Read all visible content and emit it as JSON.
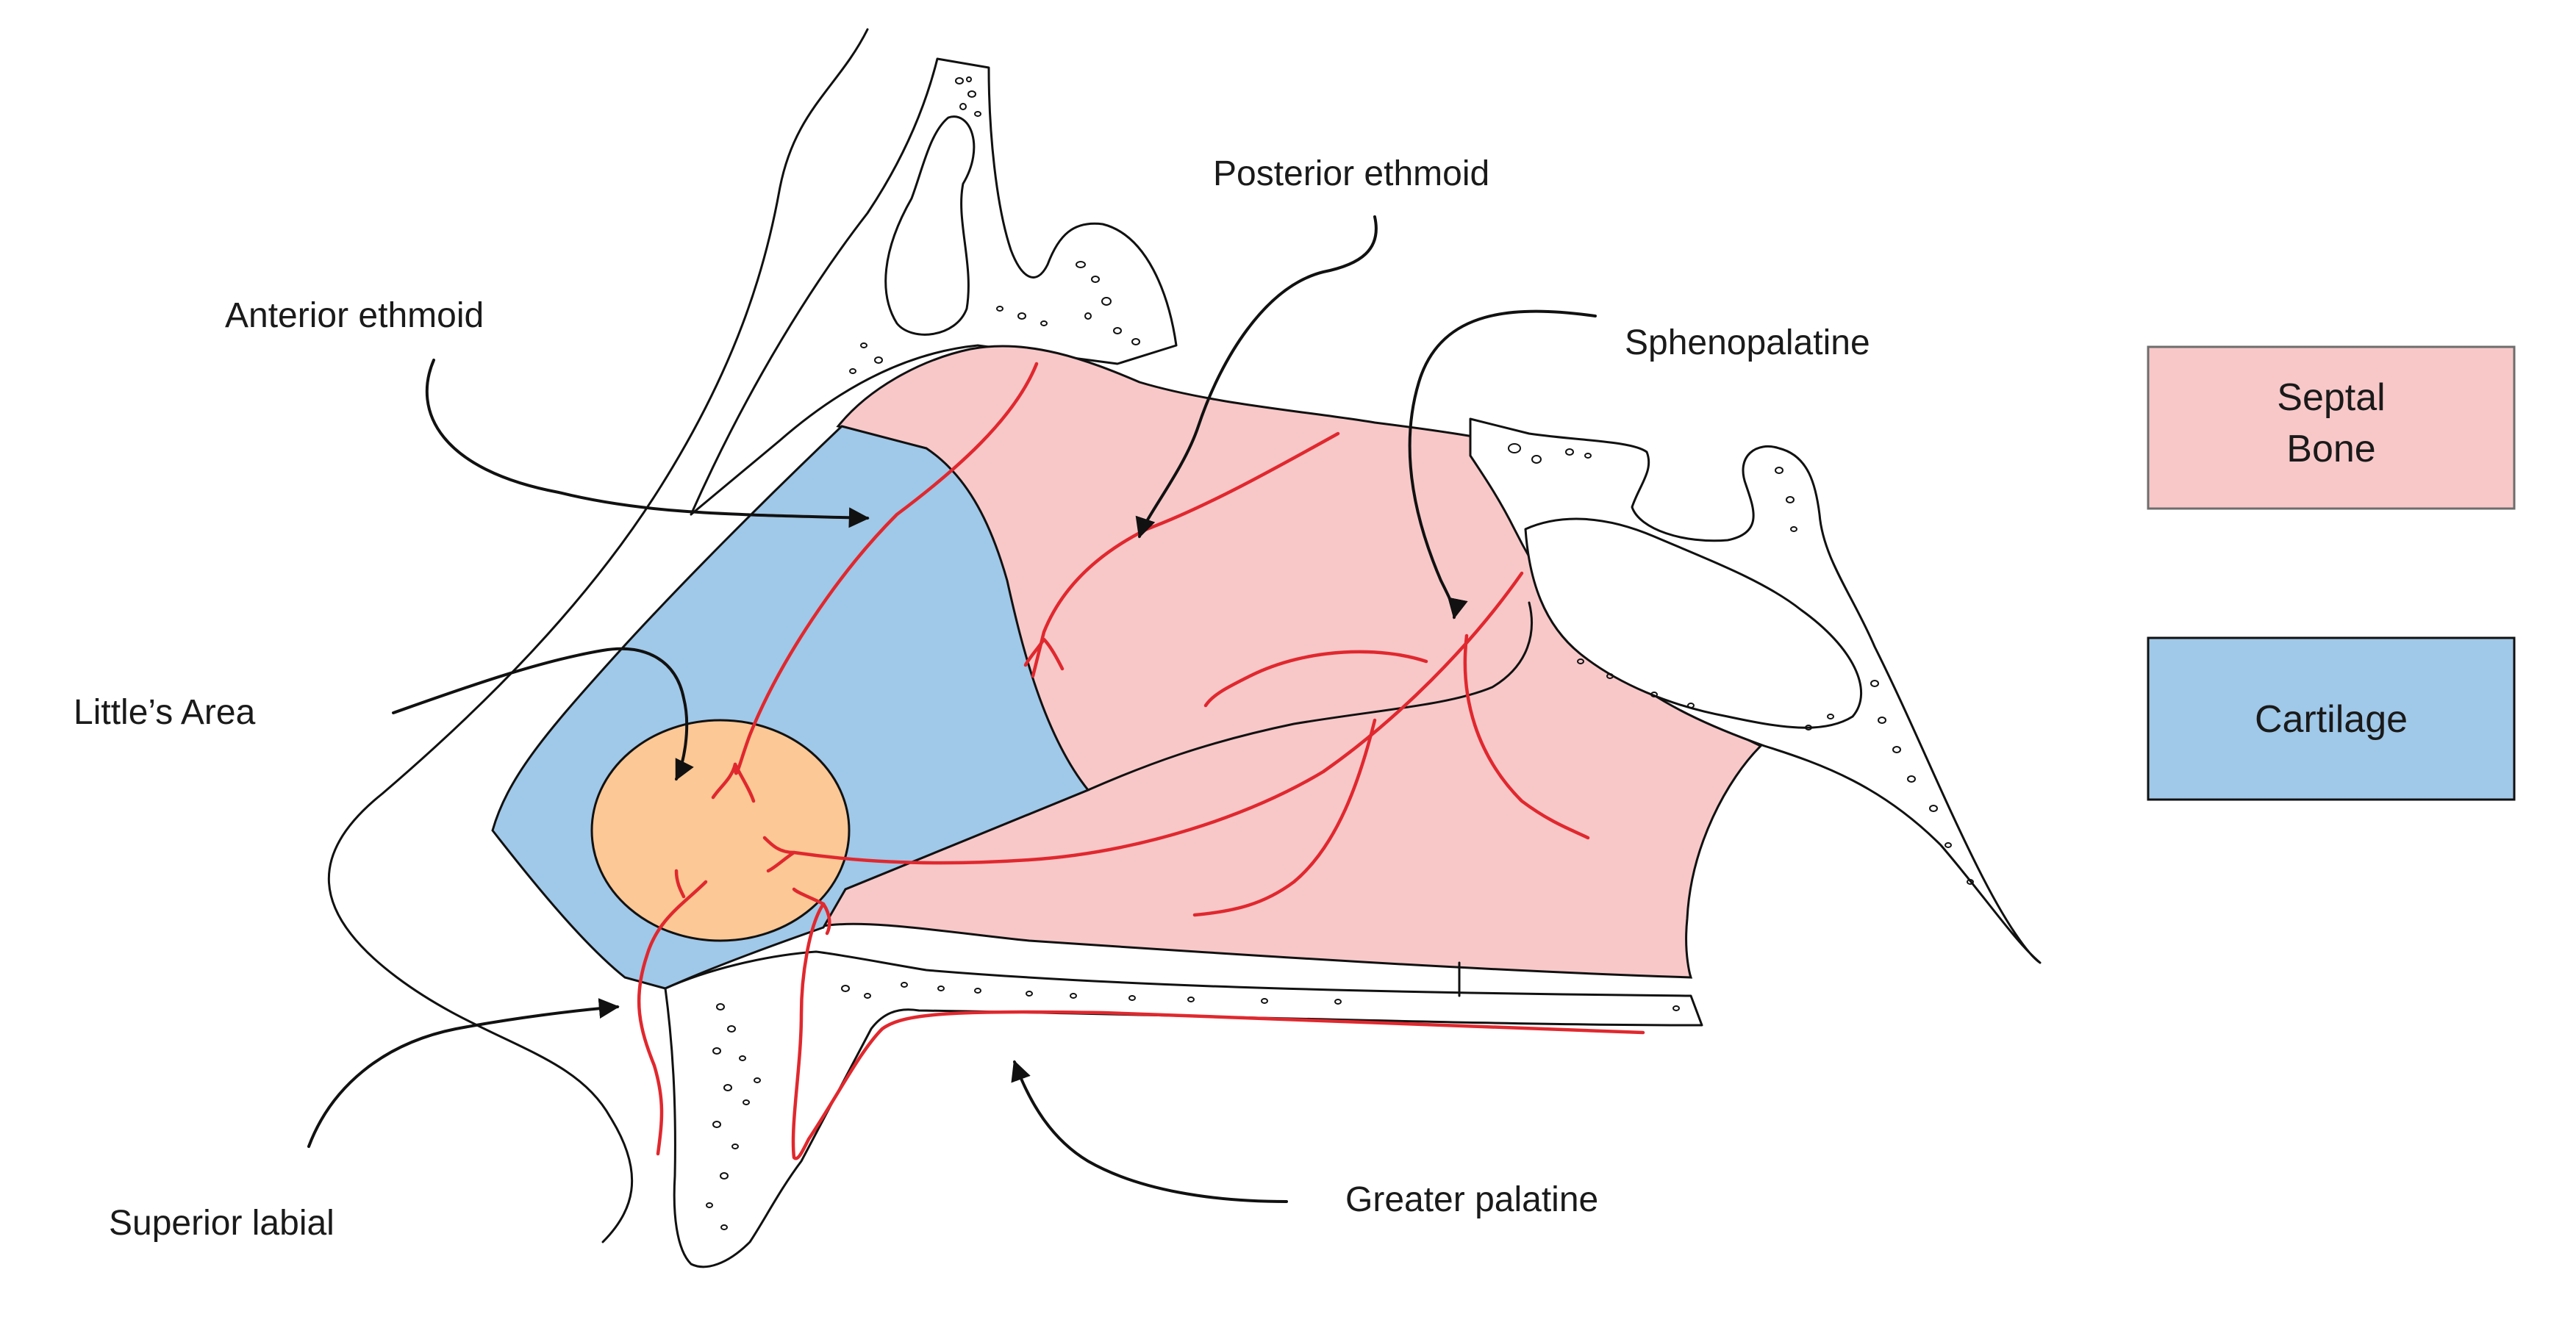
{
  "labels": {
    "posterior_ethmoid": "Posterior ethmoid",
    "anterior_ethmoid": "Anterior ethmoid",
    "sphenopalatine": "Sphenopalatine",
    "littles_area": "Little’s Area",
    "superior_labial": "Superior labial",
    "greater_palatine": "Greater palatine"
  },
  "legend": {
    "septal_bone_line1": "Septal",
    "septal_bone_line2": "Bone",
    "cartilage": "Cartilage"
  },
  "colors": {
    "septal_bone": "#f8c8c9",
    "cartilage": "#a0c8e8",
    "littles_area": "#fbc896",
    "vessels": "#e0282e",
    "outline": "#111111",
    "legend_border": "#6d6d6d"
  }
}
